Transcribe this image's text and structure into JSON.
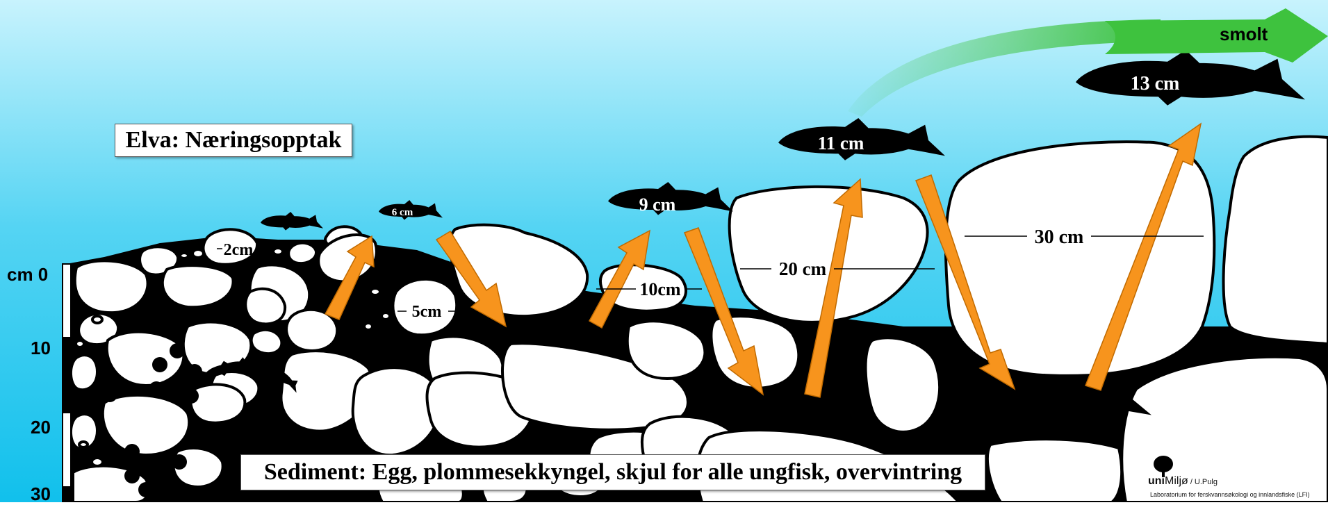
{
  "title": "Elva: Næringsopptak",
  "sediment_label": "Sediment: Egg, plommesekkyngel, skjul for alle ungfisk, overvintring",
  "smolt_label": "smolt",
  "depth_scale": {
    "unit_label": "cm 0",
    "ticks": [
      "10",
      "20",
      "30"
    ]
  },
  "stone_labels": {
    "s2": "2cm",
    "s5": "5cm",
    "s10": "10cm",
    "s20": "20 cm",
    "s30": "30 cm"
  },
  "fish_labels": {
    "f6": "6 cm",
    "f9": "9 cm",
    "f11": "11 cm",
    "f13": "13 cm"
  },
  "logo": {
    "name_prefix": "uni",
    "name_main": "Miljø",
    "author": " / U.Pulg",
    "subtitle": "Laboratorium for ferskvannsøkologi og innlandsfiske (LFI)"
  },
  "colors": {
    "water_top": "#c8f3fd",
    "water_bottom": "#11c0ec",
    "arrow": "#f7941d",
    "smolt_arrow": "#3ec23e",
    "stone": "#ffffff",
    "outline": "#000000"
  }
}
